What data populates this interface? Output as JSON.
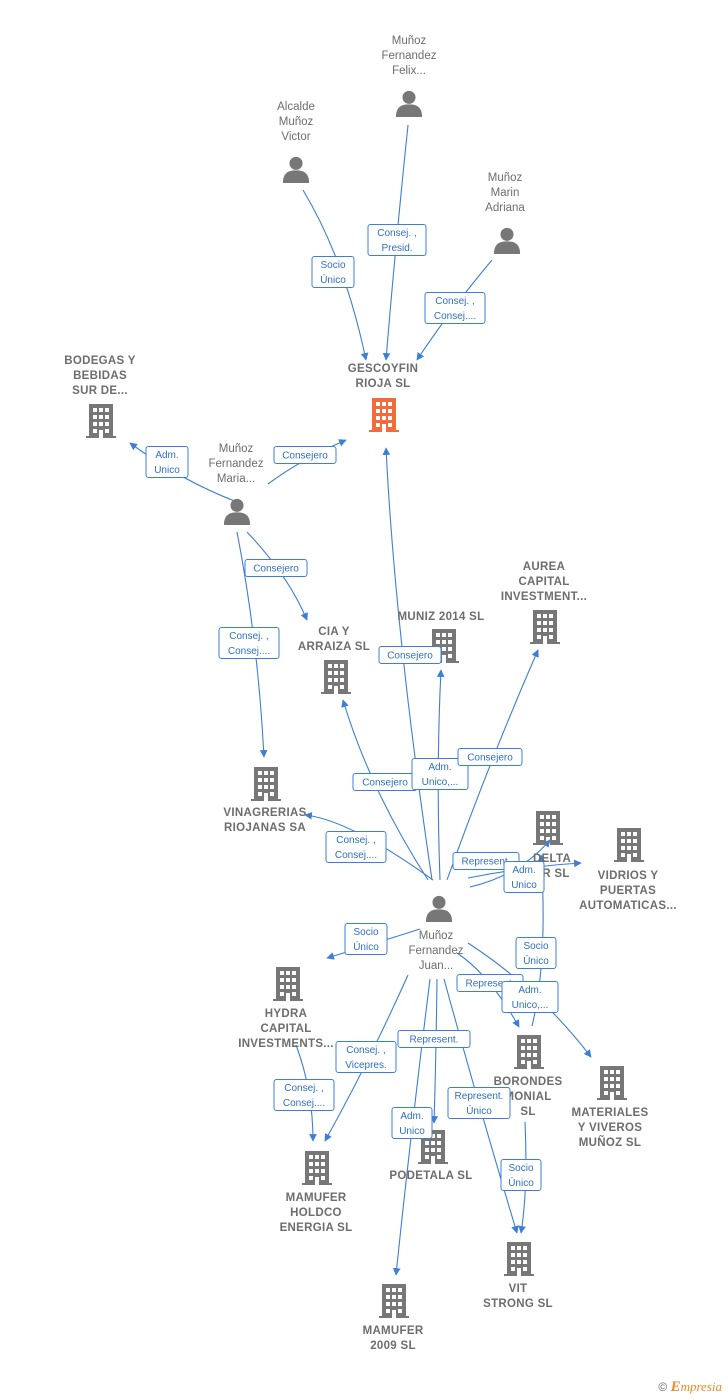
{
  "colors": {
    "edge": "#3d7fd6",
    "person": "#777777",
    "company": "#777777",
    "main_company": "#f26b3a",
    "label": "#6d6d6d"
  },
  "nodes": [
    {
      "id": "munoz_felix",
      "kind": "person",
      "label": [
        "Muñoz",
        "Fernandez",
        "Felix..."
      ]
    },
    {
      "id": "alcalde",
      "kind": "person",
      "label": [
        "Alcalde",
        "Muñoz",
        "Victor"
      ]
    },
    {
      "id": "marin",
      "kind": "person",
      "label": [
        "Muñoz",
        "Marin",
        "Adriana"
      ]
    },
    {
      "id": "gescoyfin",
      "kind": "main",
      "label": [
        "GESCOYFIN",
        "RIOJA  SL"
      ]
    },
    {
      "id": "bodegas",
      "kind": "company",
      "label": [
        "BODEGAS Y",
        "BEBIDAS",
        "SUR DE..."
      ]
    },
    {
      "id": "maria",
      "kind": "person",
      "label": [
        "Muñoz",
        "Fernandez",
        "Maria..."
      ]
    },
    {
      "id": "aurea",
      "kind": "company",
      "label": [
        "AUREA",
        "CAPITAL",
        "INVESTMENT..."
      ]
    },
    {
      "id": "muniz",
      "kind": "company",
      "label": [
        "MUNIZ 2014  SL"
      ]
    },
    {
      "id": "cia",
      "kind": "company",
      "label": [
        "CIA Y",
        "ARRAIZA  SL"
      ]
    },
    {
      "id": "vinagrerias",
      "kind": "company",
      "label": [
        "VINAGRERIAS",
        "RIOJANAS SA"
      ]
    },
    {
      "id": "delta",
      "kind": "company",
      "label": [
        "DELTA",
        "ER  SL"
      ]
    },
    {
      "id": "vidrios",
      "kind": "company",
      "label": [
        "VIDRIOS Y",
        "PUERTAS",
        "AUTOMATICAS..."
      ]
    },
    {
      "id": "juan",
      "kind": "person",
      "label": [
        "Muñoz",
        "Fernandez",
        "Juan..."
      ]
    },
    {
      "id": "hydra",
      "kind": "company",
      "label": [
        "HYDRA",
        "CAPITAL",
        "INVESTMENTS..."
      ]
    },
    {
      "id": "borondes",
      "kind": "company",
      "label": [
        "BORONDES",
        "MONIAL",
        "SL"
      ]
    },
    {
      "id": "materiales",
      "kind": "company",
      "label": [
        "MATERIALES",
        "Y VIVEROS",
        "MUÑOZ  SL"
      ]
    },
    {
      "id": "podetala",
      "kind": "company",
      "label": [
        "PODETALA  SL"
      ]
    },
    {
      "id": "mamufer_holdco",
      "kind": "company",
      "label": [
        "MAMUFER",
        "HOLDCO",
        "ENERGIA  SL"
      ]
    },
    {
      "id": "vit",
      "kind": "company",
      "label": [
        "VIT",
        "STRONG  SL"
      ]
    },
    {
      "id": "mamufer2009",
      "kind": "company",
      "label": [
        "MAMUFER",
        "2009 SL"
      ]
    }
  ],
  "relations": [
    {
      "label": [
        "Consej. ,",
        "Presid."
      ]
    },
    {
      "label": [
        "Socio",
        "Único"
      ]
    },
    {
      "label": [
        "Consej. ,",
        "Consej...."
      ]
    },
    {
      "label": [
        "Adm.",
        "Unico"
      ]
    },
    {
      "label": [
        "Consejero"
      ]
    },
    {
      "label": [
        "Consejero"
      ]
    },
    {
      "label": [
        "Consej. ,",
        "Consej...."
      ]
    },
    {
      "label": [
        "Consejero"
      ]
    },
    {
      "label": [
        "Consejero"
      ]
    },
    {
      "label": [
        "Adm.",
        "Unico,..."
      ]
    },
    {
      "label": [
        "Consejero"
      ]
    },
    {
      "label": [
        "Consej. ,",
        "Consej...."
      ]
    },
    {
      "label": [
        "Represent."
      ]
    },
    {
      "label": [
        "Adm.",
        "Unico"
      ]
    },
    {
      "label": [
        "Socio",
        "Único"
      ]
    },
    {
      "label": [
        "Socio",
        "Único"
      ]
    },
    {
      "label": [
        "Represent."
      ]
    },
    {
      "label": [
        "Adm.",
        "Unico,..."
      ]
    },
    {
      "label": [
        "Consej. ,",
        "Vicepres."
      ]
    },
    {
      "label": [
        "Represent."
      ]
    },
    {
      "label": [
        "Consej. ,",
        "Consej...."
      ]
    },
    {
      "label": [
        "Represent.",
        "Único"
      ]
    },
    {
      "label": [
        "Adm.",
        "Unico"
      ]
    },
    {
      "label": [
        "Socio",
        "Único"
      ]
    }
  ],
  "footer": {
    "copyright": "©",
    "brand_initial": "E",
    "brand_rest": "mpresia"
  }
}
